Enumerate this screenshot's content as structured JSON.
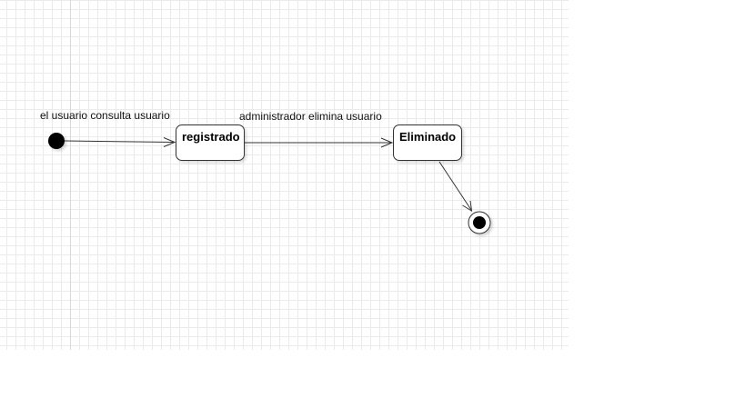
{
  "diagram": {
    "states": [
      {
        "id": "registrado",
        "label": "registrado"
      },
      {
        "id": "eliminado",
        "label": "Eliminado"
      }
    ],
    "transitions": [
      {
        "from": "initial",
        "to": "registrado",
        "label": "el usuario consulta usuario"
      },
      {
        "from": "registrado",
        "to": "eliminado",
        "label": "administrador elimina usuario"
      },
      {
        "from": "eliminado",
        "to": "final",
        "label": ""
      }
    ]
  },
  "colors": {
    "grid_line": "#ebebeb",
    "node_border": "#333333",
    "initial_fill": "#000000"
  }
}
